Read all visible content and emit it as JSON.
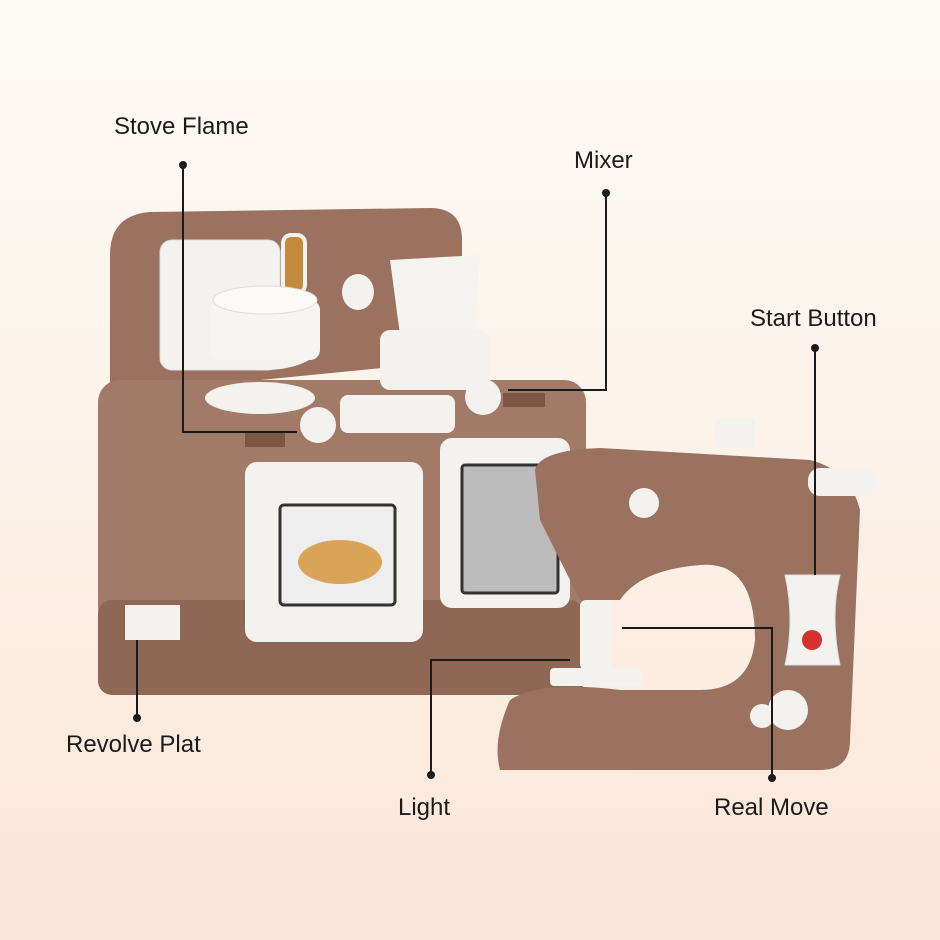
{
  "colors": {
    "toy_brown": "#9b7260",
    "toy_white": "#f4f2ef",
    "leader_line": "#1a1a1a"
  },
  "callouts": [
    {
      "label": "Stove Flame"
    },
    {
      "label": "Mixer"
    },
    {
      "label": "Start Button"
    },
    {
      "label": "Revolve Plat"
    },
    {
      "label": "Light"
    },
    {
      "label": "Real Move"
    }
  ]
}
